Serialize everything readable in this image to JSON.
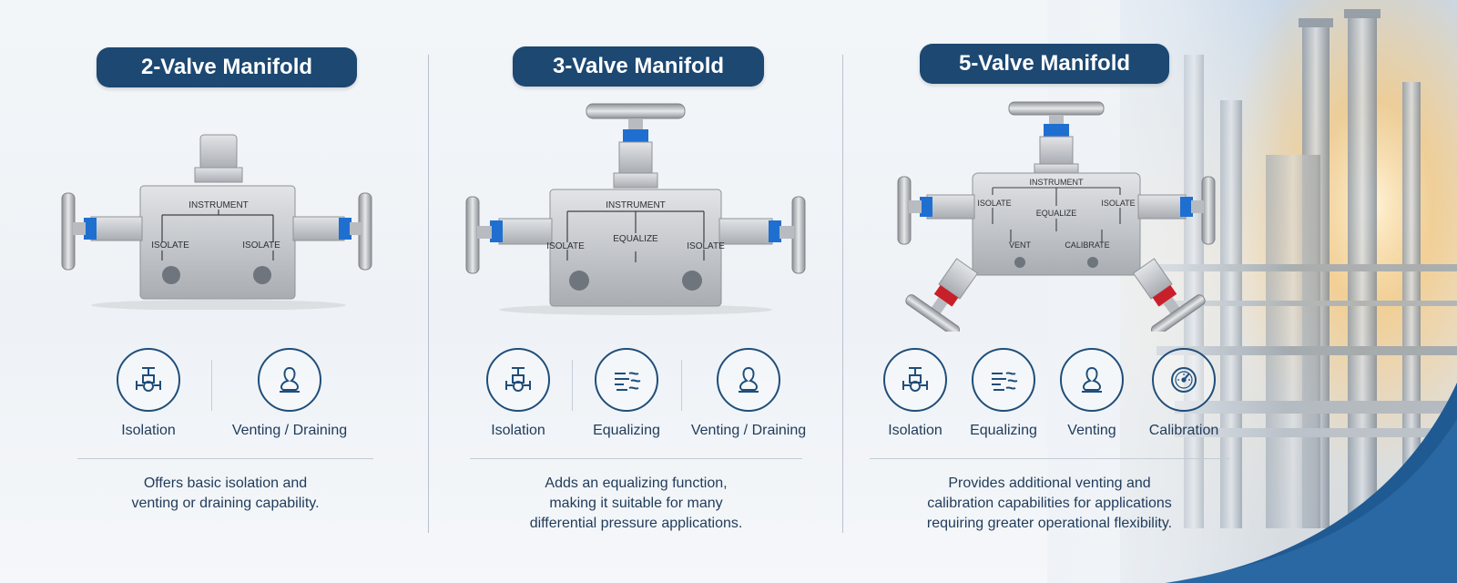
{
  "panels": [
    {
      "title": "2-Valve Manifold",
      "valve_labels": {
        "top": "INSTRUMENT",
        "left": "ISOLATE",
        "right": "ISOLATE"
      },
      "features": [
        {
          "icon": "isolation-valve-icon",
          "label": "Isolation"
        },
        {
          "icon": "venting-draining-icon",
          "label": "Venting / Draining"
        }
      ],
      "description": [
        "Offers basic isolation and",
        "venting or draining capability."
      ]
    },
    {
      "title": "3-Valve Manifold",
      "valve_labels": {
        "top": "INSTRUMENT",
        "left": "ISOLATE",
        "center": "EQUALIZE",
        "right": "ISOLATE"
      },
      "features": [
        {
          "icon": "isolation-valve-icon",
          "label": "Isolation"
        },
        {
          "icon": "equalizing-icon",
          "label": "Equalizing"
        },
        {
          "icon": "venting-draining-icon",
          "label": "Venting / Draining"
        }
      ],
      "description": [
        "Adds an equalizing function,",
        "making it suitable for many",
        "differential pressure applications."
      ]
    },
    {
      "title": "5-Valve Manifold",
      "valve_labels": {
        "top": "INSTRUMENT",
        "left": "ISOLATE",
        "center": "EQUALIZE",
        "right": "ISOLATE",
        "vent": "VENT",
        "calibrate": "CALIBRATE"
      },
      "features": [
        {
          "icon": "isolation-valve-icon",
          "label": "Isolation"
        },
        {
          "icon": "equalizing-icon",
          "label": "Equalizing"
        },
        {
          "icon": "venting-icon",
          "label": "Venting"
        },
        {
          "icon": "calibration-gauge-icon",
          "label": "Calibration"
        }
      ],
      "description": [
        "Provides additional venting and",
        "calibration capabilities for applications",
        "requiring greater operational flexibility."
      ]
    }
  ],
  "colors": {
    "navy": "#1c4872",
    "handle_blue": "#1f6fd1",
    "handle_red": "#c8202a",
    "steel": "#c9ccd0"
  }
}
